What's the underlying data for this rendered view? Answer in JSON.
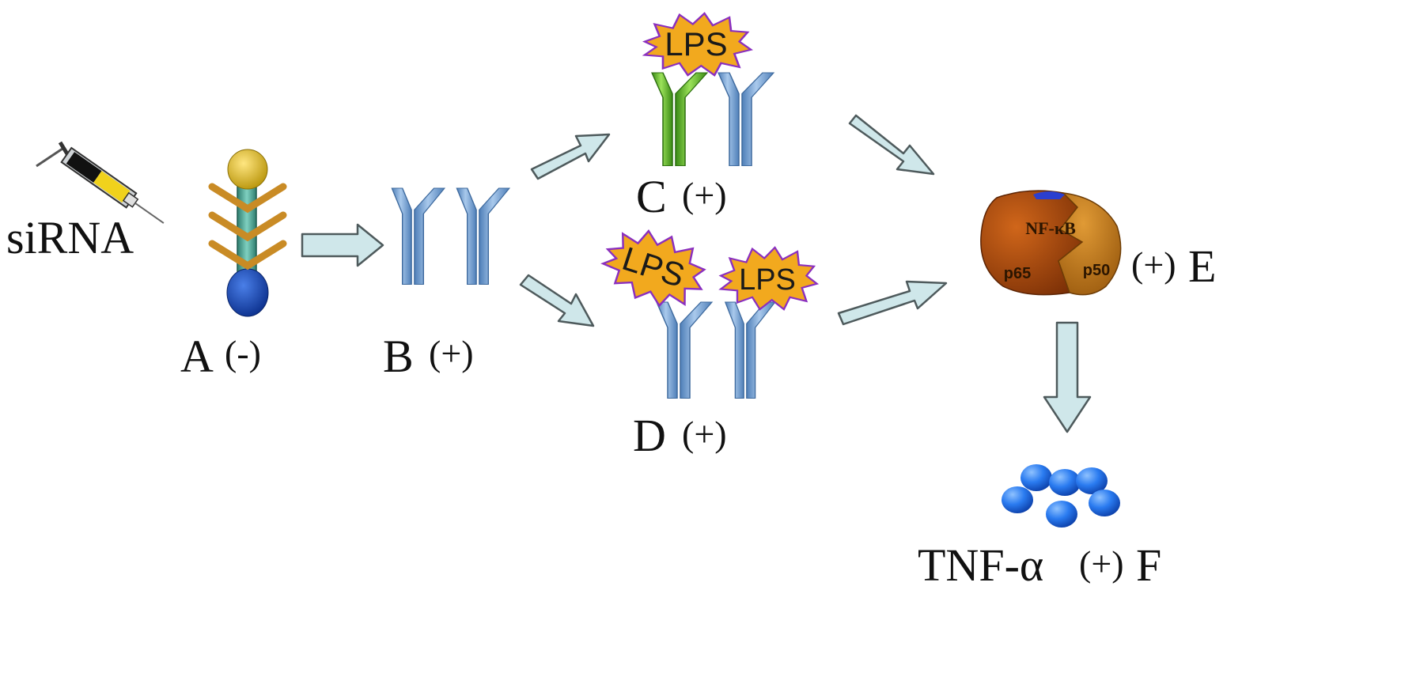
{
  "labels": {
    "sirna": "siRNA",
    "a": "A",
    "a_sign": "(-)",
    "b": "B",
    "b_sign": "(+)",
    "c": "C",
    "c_sign": "(+)",
    "d": "D",
    "d_sign": "(+)",
    "e": "E",
    "e_sign": "(+)",
    "f_name": "TNF-α",
    "f_sign": "(+)",
    "f": "F"
  },
  "lps": "LPS",
  "nfkb": {
    "title": "NF-κB",
    "left": "p65",
    "right": "p50"
  },
  "icons": {
    "syringe": "syringe-icon",
    "sirna_complex": "sirna-molecule-icon",
    "receptor": "receptor-y-icon",
    "lps": "lps-starburst-icon",
    "nfkb": "nfkb-complex-icon",
    "tnf": "tnf-alpha-cluster-icon"
  },
  "colors": {
    "receptor_blue": "#7fa9d6",
    "receptor_green": "#66bb2a",
    "lps_fill": "#f2a91e",
    "lps_stroke": "#8a2fbf",
    "arrow_fill": "#cfe7ea",
    "nfkb_left": "#a0430c",
    "nfkb_right": "#c87a1c",
    "tnf_blue": "#1f6fe0"
  }
}
